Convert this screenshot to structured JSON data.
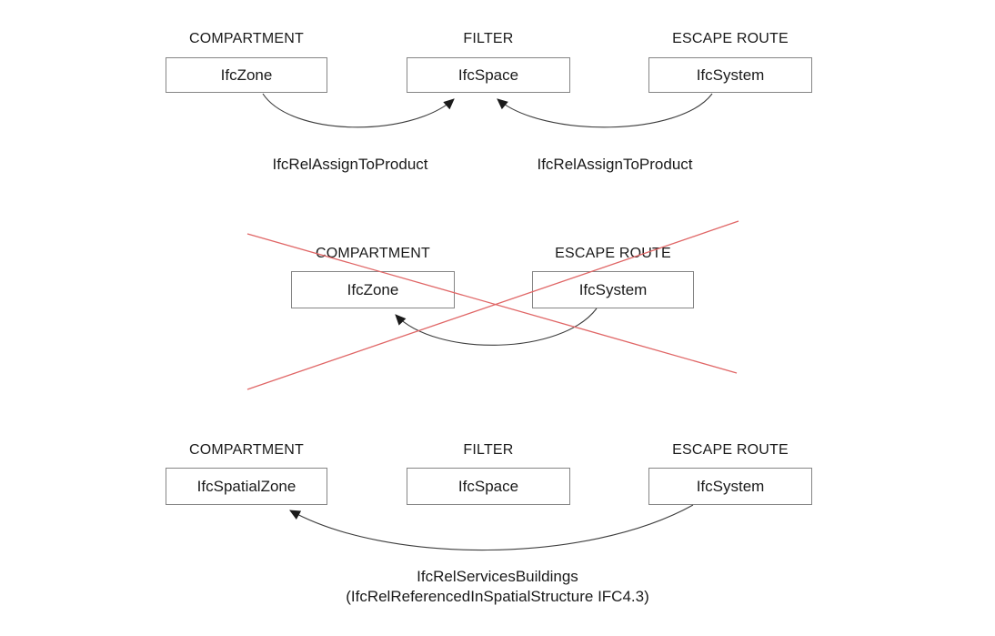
{
  "colors": {
    "background": "#ffffff",
    "box_border": "#858585",
    "text": "#1a1a1a",
    "arrow_line": "#3d3d3d",
    "arrow_head": "#1a1a1a",
    "cross_out": "#e06666"
  },
  "sections": {
    "top": {
      "entities": [
        {
          "header": "COMPARTMENT",
          "class": "IfcZone"
        },
        {
          "header": "FILTER",
          "class": "IfcSpace"
        },
        {
          "header": "ESCAPE ROUTE",
          "class": "IfcSystem"
        }
      ],
      "relations": [
        {
          "label": "IfcRelAssignToProduct",
          "from": "IfcZone",
          "to": "IfcSpace"
        },
        {
          "label": "IfcRelAssignToProduct",
          "from": "IfcSystem",
          "to": "IfcSpace"
        }
      ]
    },
    "middle": {
      "crossed_out": true,
      "entities": [
        {
          "header": "COMPARTMENT",
          "class": "IfcZone"
        },
        {
          "header": "ESCAPE ROUTE",
          "class": "IfcSystem"
        }
      ],
      "relations": [
        {
          "label": "",
          "from": "IfcSystem",
          "to": "IfcZone"
        }
      ]
    },
    "bottom": {
      "entities": [
        {
          "header": "COMPARTMENT",
          "class": "IfcSpatialZone"
        },
        {
          "header": "FILTER",
          "class": "IfcSpace"
        },
        {
          "header": "ESCAPE ROUTE",
          "class": "IfcSystem"
        }
      ],
      "relations": [
        {
          "label_line1": "IfcRelServicesBuildings",
          "label_line2": "(IfcRelReferencedInSpatialStructure IFC4.3)",
          "from": "IfcSystem",
          "to": "IfcSpatialZone"
        }
      ]
    }
  }
}
